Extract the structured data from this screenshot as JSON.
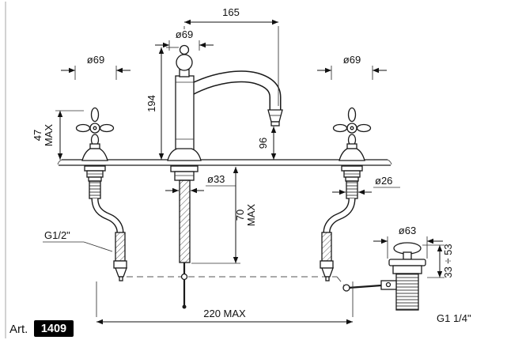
{
  "artwork": {
    "art_prefix": "Art.",
    "art_number": "1409"
  },
  "dims": {
    "spout_reach": "165",
    "spout_top_dia": "ø69",
    "left_handle_dia": "ø69",
    "right_handle_dia": "ø69",
    "spout_height": "194",
    "outlet_height": "96",
    "handle_height": "47",
    "handle_height_max": "MAX",
    "center_shank_dia": "ø33",
    "side_shank_dia": "ø26",
    "underdeck_len": "70",
    "underdeck_max": "MAX",
    "supply_thread": "G1/2\"",
    "waste_flange_dia": "ø63",
    "deck_range": "33 ÷ 53",
    "centers_distance": "220 MAX",
    "waste_thread": "G1 1/4\""
  },
  "colors": {
    "ink": "#1a1a1a",
    "badge_bg": "#000000",
    "badge_text": "#ffffff",
    "paper": "#ffffff"
  }
}
